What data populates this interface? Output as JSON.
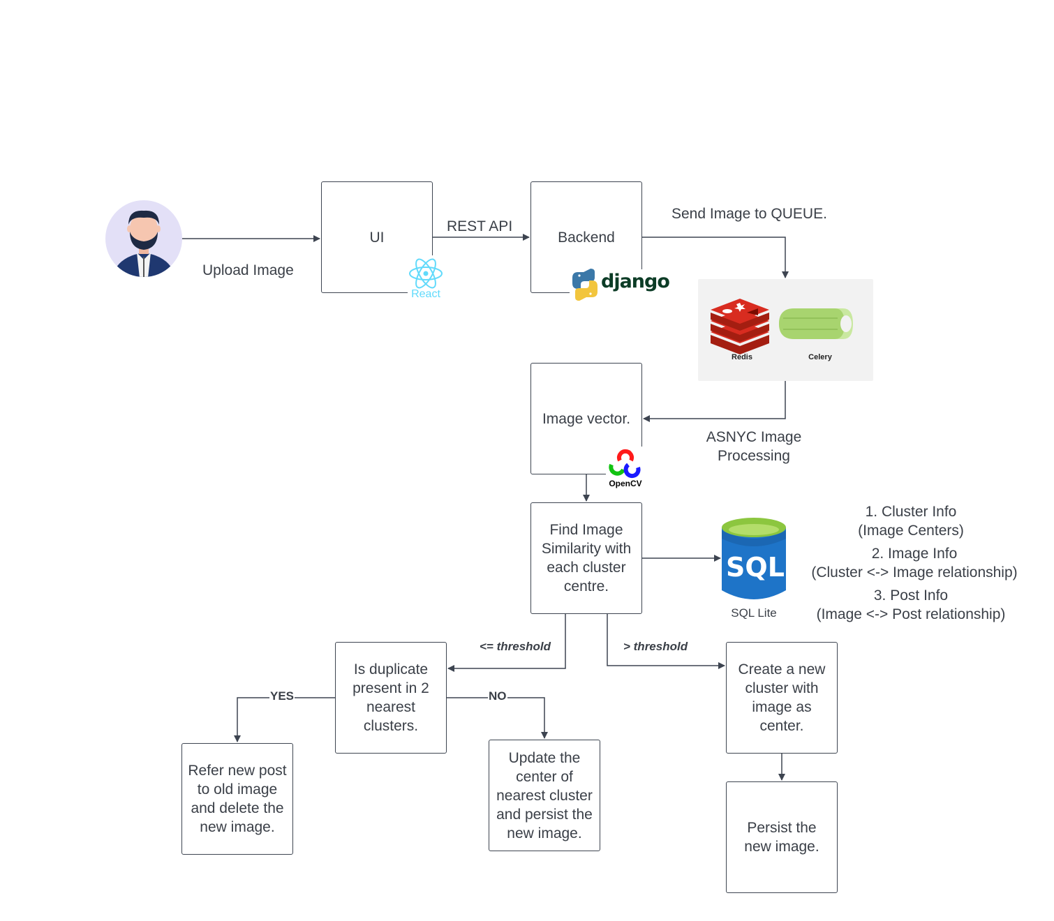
{
  "nodes": {
    "ui": "UI",
    "backend": "Backend",
    "image_vector": "Image vector.",
    "find_similarity": "Find Image\nSimilarity with\neach cluster\ncentre.",
    "is_duplicate": "Is duplicate\npresent in 2\nnearest\nclusters.",
    "refer_post": "Refer new post\nto old image\nand delete the\nnew image.",
    "update_center": "Update the\ncenter of\nnearest cluster\nand persist the\nnew image.",
    "create_cluster": "Create a new\ncluster with\nimage as\ncenter.",
    "persist_image": "Persist the\nnew image."
  },
  "labels": {
    "upload_image": "Upload Image",
    "rest_api": "REST API",
    "send_queue": "Send Image to QUEUE.",
    "async_processing": "ASNYC Image\nProcessing",
    "sql_lite": "SQL Lite",
    "db_info_1_title": "1. Cluster Info",
    "db_info_1_detail": "(Image Centers)",
    "db_info_2_title": "2. Image Info",
    "db_info_2_detail": "(Cluster <-> Image relationship)",
    "db_info_3_title": "3. Post Info",
    "db_info_3_detail": "(Image <-> Post relationship)"
  },
  "edge_labels": {
    "lte_threshold": "<= threshold",
    "gt_threshold": "> threshold",
    "yes": "YES",
    "no": "NO"
  },
  "logos": {
    "react": "React",
    "django": "django",
    "redis": "Redis",
    "celery": "Celery",
    "opencv": "OpenCV",
    "sql": "SQL"
  },
  "colors": {
    "stroke": "#3d4450",
    "react": "#61dafb",
    "redis": "#d82c20",
    "celery": "#a8d46f",
    "sql_blue": "#1e74c8",
    "sql_green": "#8cc63f",
    "avatar_bg": "#e3e0f7"
  }
}
